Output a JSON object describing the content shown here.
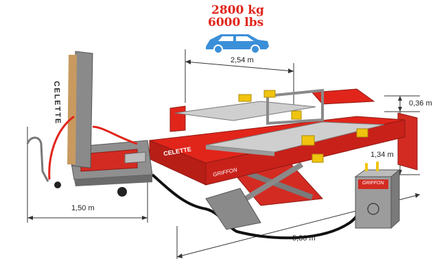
{
  "capacity": {
    "kg": "2800 kg",
    "lbs": "6000 lbs"
  },
  "dimensions": {
    "platform_length": "2,54 m",
    "height_top": "0,36 m",
    "height_side": "1,34 m",
    "tower_reach": "1,50 m",
    "total_length": "5,80 m"
  },
  "brand": {
    "tower": "CELETTE",
    "bench": "CELETTE",
    "model": "GRIFFON"
  },
  "colors": {
    "accent": "#e1251b",
    "car": "#3b8fd8",
    "steel": "#9a9a9a",
    "yellow": "#f1c40f"
  }
}
